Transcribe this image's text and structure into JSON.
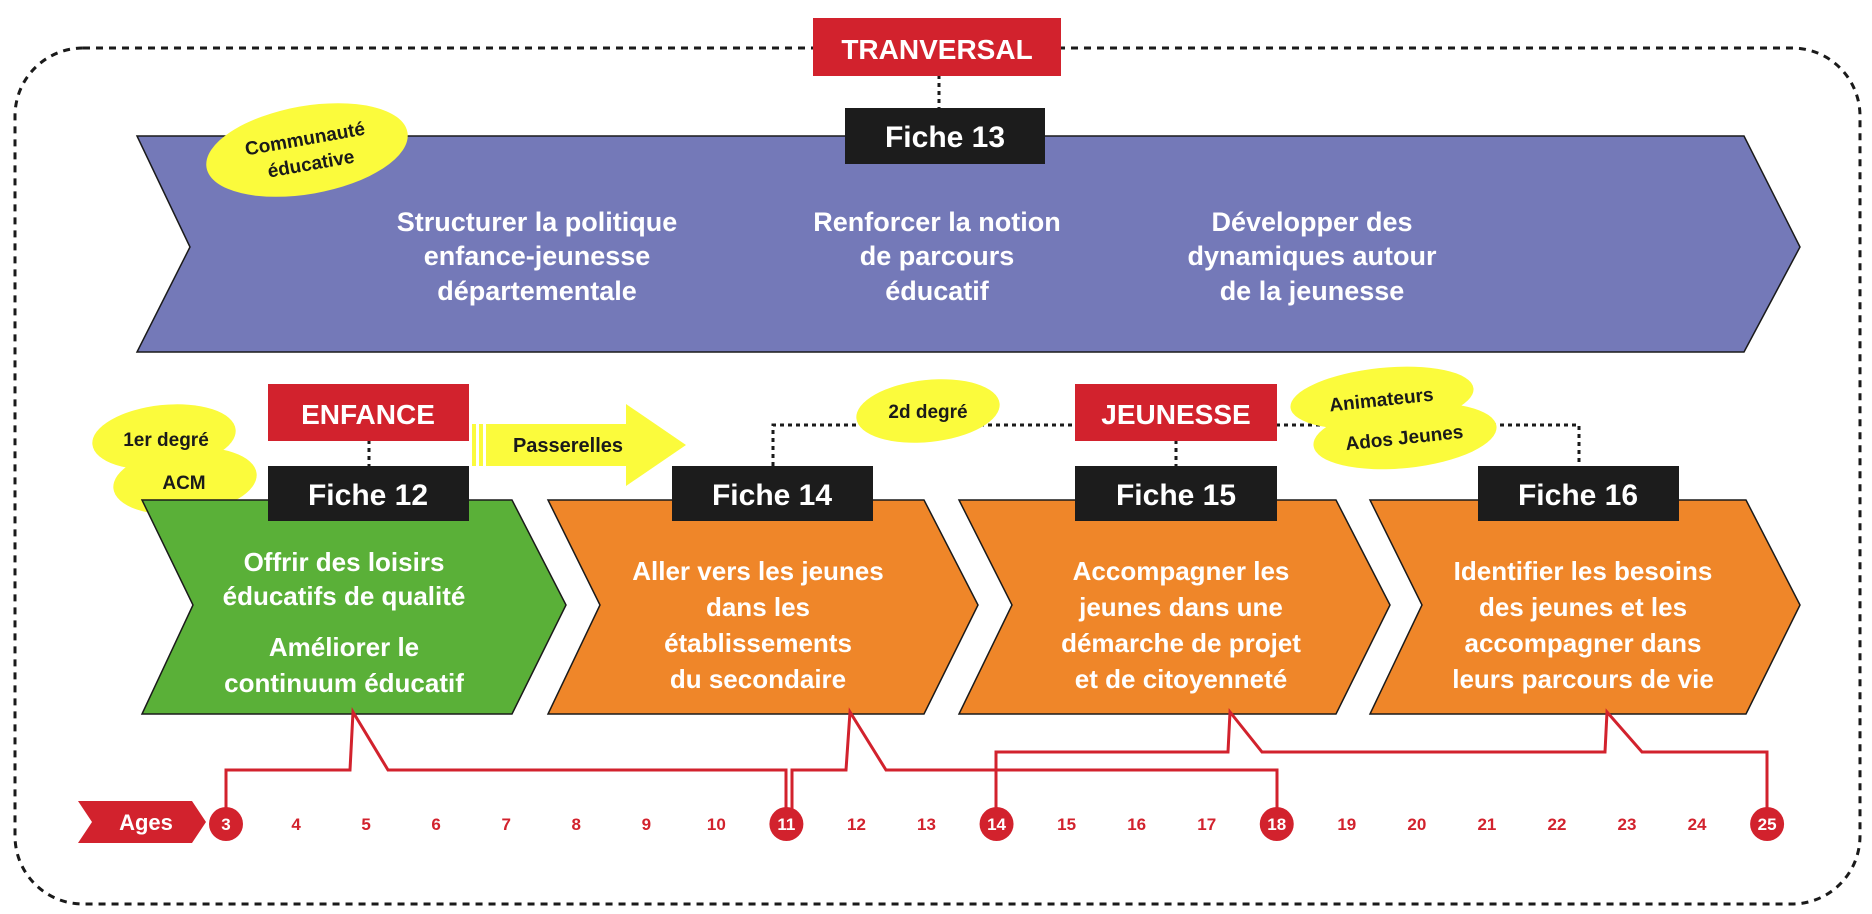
{
  "colors": {
    "purple": "#7479b8",
    "green": "#5ab038",
    "orange": "#ef8629",
    "red": "#d2222d",
    "yellow": "#fbfb3c",
    "black": "#1c1c1c"
  },
  "transversal": {
    "label": "TRANVERSAL",
    "fiche": "Fiche 13",
    "tag": [
      "Communauté",
      "éducative"
    ],
    "objectives": [
      [
        "Structurer la politique",
        "enfance-jeunesse",
        "départementale"
      ],
      [
        "Renforcer la notion",
        "de parcours",
        "éducatif"
      ],
      [
        "Développer des",
        "dynamiques autour",
        "de la jeunesse"
      ]
    ]
  },
  "enfance": {
    "label": "ENFANCE",
    "tags": [
      "1er degré",
      "ACM"
    ],
    "passerelles": "Passerelles"
  },
  "jeunesse": {
    "label": "JEUNESSE",
    "tag_2d": "2d degré",
    "tags": [
      "Animateurs",
      "Ados Jeunes"
    ]
  },
  "fiches": [
    {
      "title": "Fiche 12",
      "lines": [
        "Offrir des loisirs",
        "éducatifs de qualité",
        "Améliorer le",
        "continuum éducatif"
      ]
    },
    {
      "title": "Fiche 14",
      "lines": [
        "Aller vers les jeunes",
        "dans les",
        "établissements",
        "du secondaire"
      ]
    },
    {
      "title": "Fiche 15",
      "lines": [
        "Accompagner les",
        "jeunes dans une",
        "démarche de projet",
        "et de citoyenneté"
      ]
    },
    {
      "title": "Fiche 16",
      "lines": [
        "Identifier les besoins",
        "des jeunes et les",
        "accompagner dans",
        "leurs parcours de vie"
      ]
    }
  ],
  "ages": {
    "label": "Ages",
    "values": [
      "3",
      "4",
      "5",
      "6",
      "7",
      "8",
      "9",
      "10",
      "11",
      "12",
      "13",
      "14",
      "15",
      "16",
      "17",
      "18",
      "19",
      "20",
      "21",
      "22",
      "23",
      "24",
      "25"
    ],
    "highlighted": [
      "3",
      "11",
      "14",
      "18",
      "25"
    ]
  }
}
